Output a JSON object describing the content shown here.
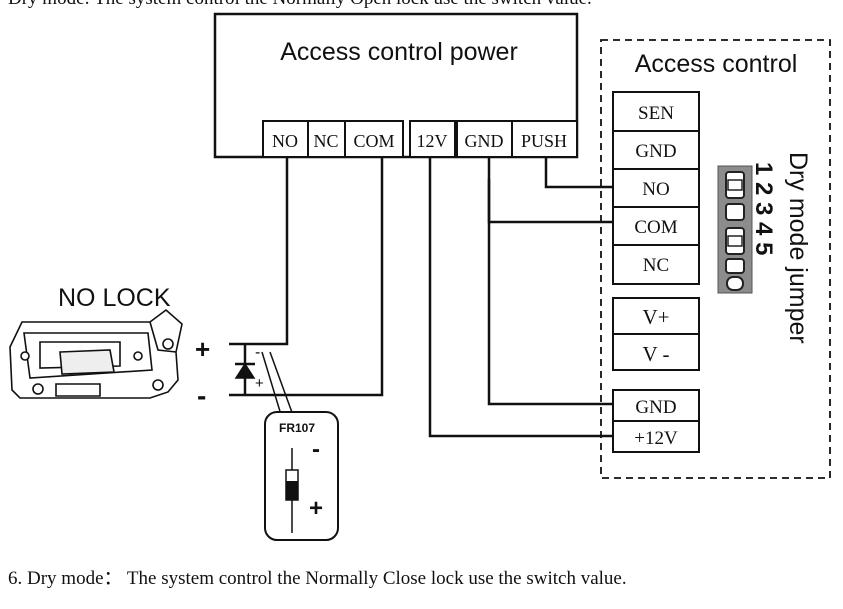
{
  "top_text": "Dry mode: The system control the Normally Open lock use the switch value.",
  "power_unit": {
    "title": "Access control power",
    "terminals": [
      "NO",
      "NC",
      "COM",
      "12V",
      "GND",
      "PUSH"
    ]
  },
  "controller": {
    "title": "Access control",
    "group_top": [
      "SEN",
      "GND",
      "NO",
      "COM",
      "NC"
    ],
    "group_power": [
      "V+",
      "V -"
    ],
    "group_supply": [
      "GND",
      "+12V"
    ]
  },
  "jumper": {
    "label": "Dry mode jumper",
    "pins": "1 2 3 4 5"
  },
  "lock": {
    "title": "NO LOCK",
    "plus": "+",
    "minus": "-"
  },
  "diode": {
    "minus": "-",
    "plus": "+",
    "part": "FR107",
    "body_minus": "-",
    "body_plus": "+"
  },
  "caption": "6. Dry mode： The system control the Normally Close lock use the switch value.",
  "colors": {
    "line": "#111111",
    "jumper_fill": "#8c8c8c",
    "background": "#ffffff"
  }
}
